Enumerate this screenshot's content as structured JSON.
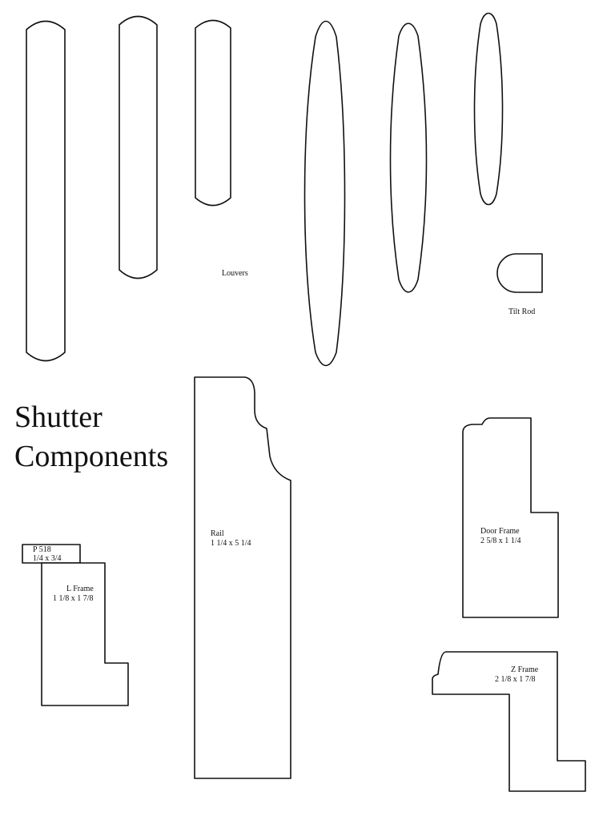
{
  "title": {
    "line1": "Shutter",
    "line2": "Components"
  },
  "labels": {
    "louvers": "Louvers",
    "tilt_rod": "Tilt Rod",
    "rail_name": "Rail",
    "rail_size": "1 1/4 x 5 1/4",
    "door_frame_name": "Door Frame",
    "door_frame_size": "2 5/8 x 1 1/4",
    "p518_name": "P 518",
    "p518_size": "1/4 x 3/4",
    "l_frame_name": "L Frame",
    "l_frame_size": "1 1/8 x 1 7/8",
    "z_frame_name": "Z Frame",
    "z_frame_size": "2 1/8 x 1 7/8"
  },
  "components": [
    {
      "name": "louver-flat-1",
      "kind": "louver"
    },
    {
      "name": "louver-flat-2",
      "kind": "louver"
    },
    {
      "name": "louver-flat-3",
      "kind": "louver"
    },
    {
      "name": "louver-elliptical-1",
      "kind": "louver"
    },
    {
      "name": "louver-elliptical-2",
      "kind": "louver"
    },
    {
      "name": "louver-elliptical-3",
      "kind": "louver"
    },
    {
      "name": "tilt-rod",
      "kind": "rod"
    },
    {
      "name": "rail",
      "kind": "frame"
    },
    {
      "name": "door-frame",
      "kind": "frame"
    },
    {
      "name": "p518",
      "kind": "strip"
    },
    {
      "name": "l-frame",
      "kind": "frame"
    },
    {
      "name": "z-frame",
      "kind": "frame"
    }
  ],
  "colors": {
    "ink": "#111111",
    "paper": "#ffffff"
  }
}
